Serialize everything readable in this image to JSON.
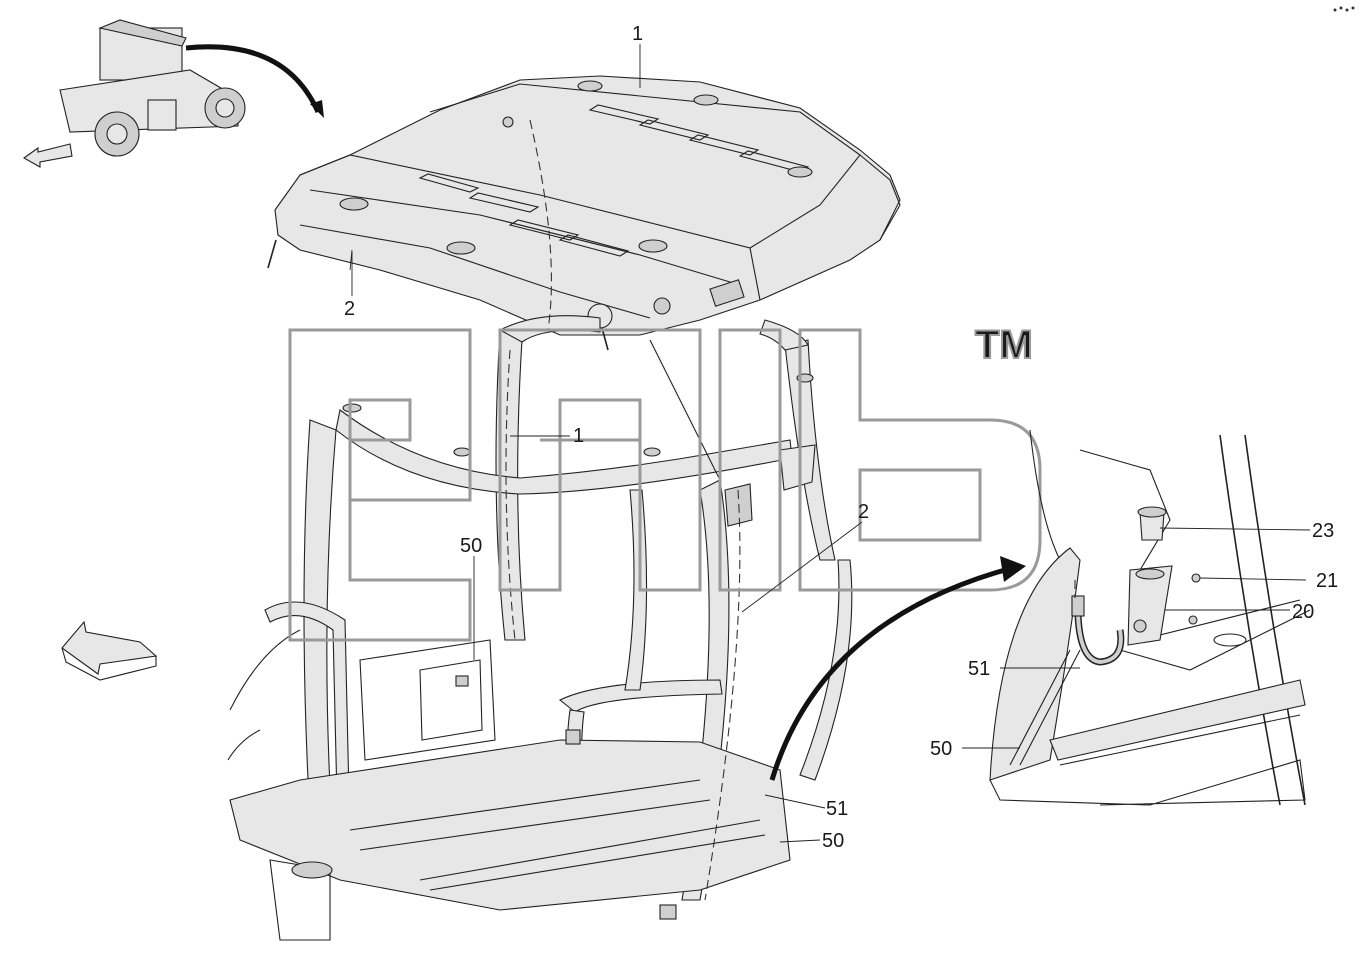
{
  "diagram": {
    "callouts": [
      {
        "id": "c1-top",
        "text": "1"
      },
      {
        "id": "c2-top",
        "text": "2"
      },
      {
        "id": "c1-mid",
        "text": "1"
      },
      {
        "id": "c2-mid",
        "text": "2"
      },
      {
        "id": "c50-left",
        "text": "50"
      },
      {
        "id": "c51-main",
        "text": "51"
      },
      {
        "id": "c50-main",
        "text": "50"
      },
      {
        "id": "c23",
        "text": "23"
      },
      {
        "id": "c21",
        "text": "21"
      },
      {
        "id": "c20",
        "text": "20"
      },
      {
        "id": "c51-inset",
        "text": "51"
      },
      {
        "id": "c50-inset",
        "text": "50"
      }
    ],
    "watermark": {
      "text": "TM"
    },
    "colors": {
      "line": "#222222",
      "panel": "#e7e7e7",
      "watermark": "#9a9a9a"
    }
  }
}
